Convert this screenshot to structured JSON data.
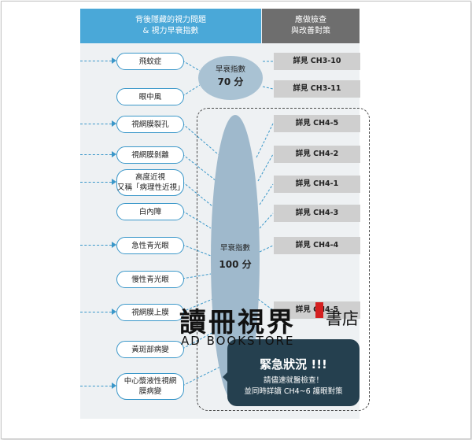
{
  "header": {
    "left_line1": "背後隱藏的視力問題",
    "left_line2": "& 視力早衰指數",
    "right_line1": "應做檢查",
    "right_line2": "與改善對策"
  },
  "conditions": [
    {
      "label": "飛蚊症"
    },
    {
      "label": "眼中風"
    },
    {
      "label": "視網膜裂孔"
    },
    {
      "label": "視網膜剝離"
    },
    {
      "label1": "高度近視",
      "label2": "又稱「病理性近視」"
    },
    {
      "label": "白內障"
    },
    {
      "label": "急性青光眼"
    },
    {
      "label": "慢性青光眼"
    },
    {
      "label": "視網膜上膜"
    },
    {
      "label": "黃斑部病變"
    },
    {
      "label1": "中心漿液性視網",
      "label2": "膜病變"
    }
  ],
  "references": [
    "詳見 CH3-10",
    "詳見 CH3-11",
    "詳見 CH4-5",
    "詳見 CH4-2",
    "詳見 CH4-1",
    "詳見 CH4-3",
    "詳見 CH4-4",
    "詳見 CH4-5"
  ],
  "index_70": {
    "label": "早衰指數",
    "value": "70 分"
  },
  "index_100": {
    "label": "早衰指數",
    "value": "100 分"
  },
  "callout": {
    "title": "緊急狀況 !!!",
    "line1": "請儘速就醫檢查！",
    "line2": "並同時詳讀 CH4~6 護眼對策"
  },
  "watermark": {
    "chinese": "讀冊視界",
    "chinese_small": "書店",
    "english": "AD BOOKSTORE"
  },
  "colors": {
    "header_blue": "#4aa8d8",
    "header_gray": "#6e6e6e",
    "callout_navy": "#25404f",
    "accent_blue": "#3a97c9"
  }
}
